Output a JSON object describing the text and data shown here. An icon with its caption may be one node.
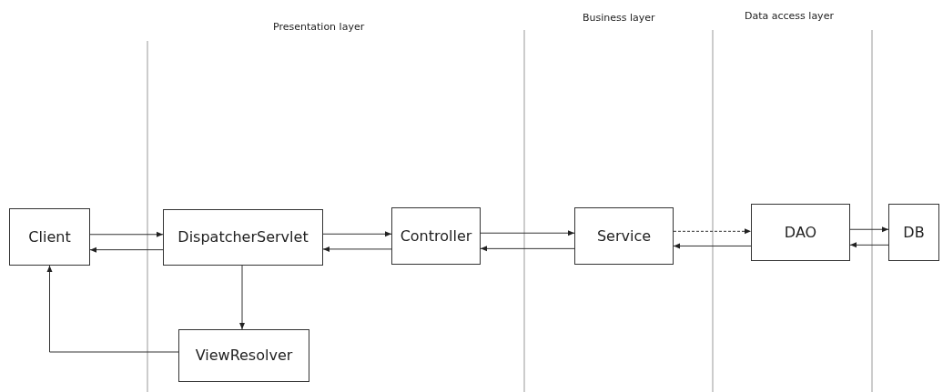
{
  "diagram": {
    "nodes": [
      {
        "text": [
          "Client"
        ]
      },
      {
        "text": [
          "DispatcherServlet"
        ]
      },
      {
        "text": [
          "Controller"
        ]
      },
      {
        "text": [
          "Service"
        ]
      },
      {
        "text": [
          "DAO"
        ]
      },
      {
        "text": [
          "DB"
        ]
      },
      {
        "text": [
          "ViewResolver"
        ]
      }
    ],
    "edges": [
      {
        "from": 0,
        "to": 1,
        "arrow": "to"
      },
      {
        "from": 1,
        "to": 0,
        "arrow": "to"
      },
      {
        "from": 1,
        "to": 2,
        "arrow": "to"
      },
      {
        "from": 2,
        "to": 1,
        "arrow": "to"
      },
      {
        "from": 2,
        "to": 3,
        "arrow": "to"
      },
      {
        "from": 3,
        "to": 2,
        "arrow": "to"
      },
      {
        "from": 3,
        "to": 4,
        "arrow": "to",
        "style": "dashed"
      },
      {
        "from": 4,
        "to": 3,
        "arrow": "to"
      },
      {
        "from": 4,
        "to": 5,
        "arrow": "to"
      },
      {
        "from": 5,
        "to": 4,
        "arrow": "to"
      },
      {
        "from": 1,
        "to": 6,
        "arrow": "to"
      },
      {
        "from": 6,
        "to": 0,
        "arrow": "to"
      }
    ],
    "labels": [
      "Presentation layer",
      "Business layer",
      "Data access layer"
    ]
  }
}
